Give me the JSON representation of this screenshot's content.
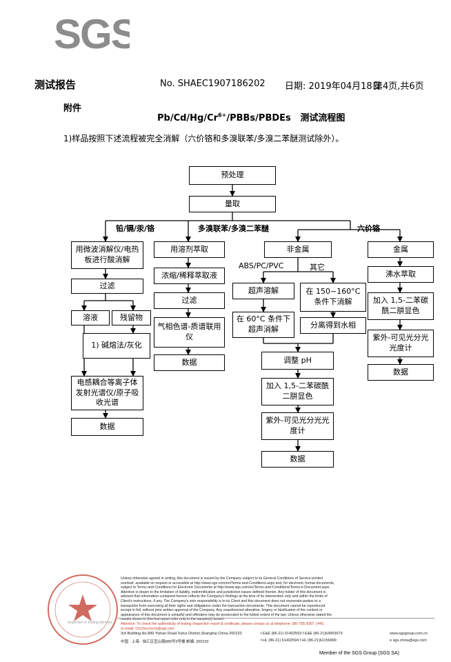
{
  "header": {
    "logo_text": "SGS",
    "report_title": "测试报告",
    "report_no": "No. SHAEC1907186202",
    "date": "日期: 2019年04月18日",
    "page": "第4页,共6页"
  },
  "appendix_label": "附件",
  "doc_title": {
    "prefix": "Pb/Cd/Hg/Cr",
    "superscript": "6+",
    "suffix": "/PBBs/PBDEs",
    "cn": "测试流程图"
  },
  "note": "1)样品按照下述流程被完全消解（六价铬和多溴联苯/多溴二苯醚测试除外）。",
  "flow": {
    "pretreat": "预处理",
    "weigh": "量取",
    "branches": [
      "铅/镉/汞/铬",
      "多溴联苯/多溴二苯醚",
      "六价铬"
    ],
    "col1": {
      "digest": "用微波消解仪/电热板进行酸消解",
      "filter": "过滤",
      "solution": "溶液",
      "residue": "残留物",
      "alkali": "1) 碱熔法/灰化",
      "icp": "电感耦合等离子体发射光谱仪/原子吸收光谱",
      "data": "数据"
    },
    "col2": {
      "extract": "用溶剂萃取",
      "concentrate": "浓缩/稀释萃取液",
      "filter": "过滤",
      "gcms": "气相色谱-质谱联用仪",
      "data": "数据"
    },
    "col3": {
      "nonmetal": "非金属",
      "abs_label": "ABS/PC/PVC",
      "other_label": "其它",
      "ultrasonic": "超声溶解",
      "heat": "在 150~160°C 条件下消解",
      "ultra60": "在 60°C 条件下超声消解",
      "separate": "分离得到水相",
      "ph": "调整 pH",
      "color": "加入 1,5-二苯碳酰二肼显色",
      "uv": "紫外-可见光分光光度计",
      "data": "数据"
    },
    "col4": {
      "metal": "金属",
      "boil": "沸水萃取",
      "color": "加入 1,5-二苯碳酰二肼显色",
      "uv": "紫外-可见光分光光度计",
      "data": "数据"
    }
  },
  "footer": {
    "lines": [
      "Unless otherwise agreed in writing, this document is issued by the Company subject to its General Conditions of Service printed",
      "overleaf, available on request or accessible at http://www.sgs.com/en/Terms-and-Conditions.aspx and, for electronic format documents,",
      "subject to Terms and Conditions for Electronic Documents at http://www.sgs.com/en/Terms-and-Conditions/Terms-e-Document.aspx.",
      "Attention is drawn to the limitation of liability, indemnification and jurisdiction issues defined therein. Any holder of this document is",
      "advised that information contained hereon reflects the Company's findings at the time of its intervention only and within the limits of",
      "Client's instructions, if any. The Company's sole responsibility is to its Client and this document does not exonerate parties to a",
      "transaction from exercising all their rights and obligations under the transaction documents. This document cannot be reproduced",
      "except in full, without prior written approval of the Company. Any unauthorized alteration, forgery or falsification of the content or",
      "appearance of this document is unlawful and offenders may be prosecuted to the fullest extent of the law. Unless otherwise stated the",
      "results shown in this test report refer only to the sample(s) tested ."
    ],
    "attention": "Attention: To check the authenticity of testing /inspection report & certificate, please contact us at telephone: (86-755) 8307 1443,",
    "attention2": "or email: CN.Doccheck@sgs.com",
    "addr_en": "3rd Building,No.889 Yishan Road Xuhui District,Shanghai China   200233",
    "tel_en": "t E&E (86-21) 61402553   f E&E (86-21)64953679",
    "web_en": "www.sgsgroup.com.cn",
    "addr_cn": "中国 · 上海 · 徐汇区宜山路889号3号楼      邮编: 200233",
    "tel_cn": "t HL (86-21) 61402594   f HL (86-21)61156899",
    "web_cn": "e sgs.china@sgs.com",
    "member": "Member of the SGS Group (SGS SA)"
  },
  "colors": {
    "seal_red": "#c0392b",
    "logo_grey": "#8c8c8c"
  }
}
